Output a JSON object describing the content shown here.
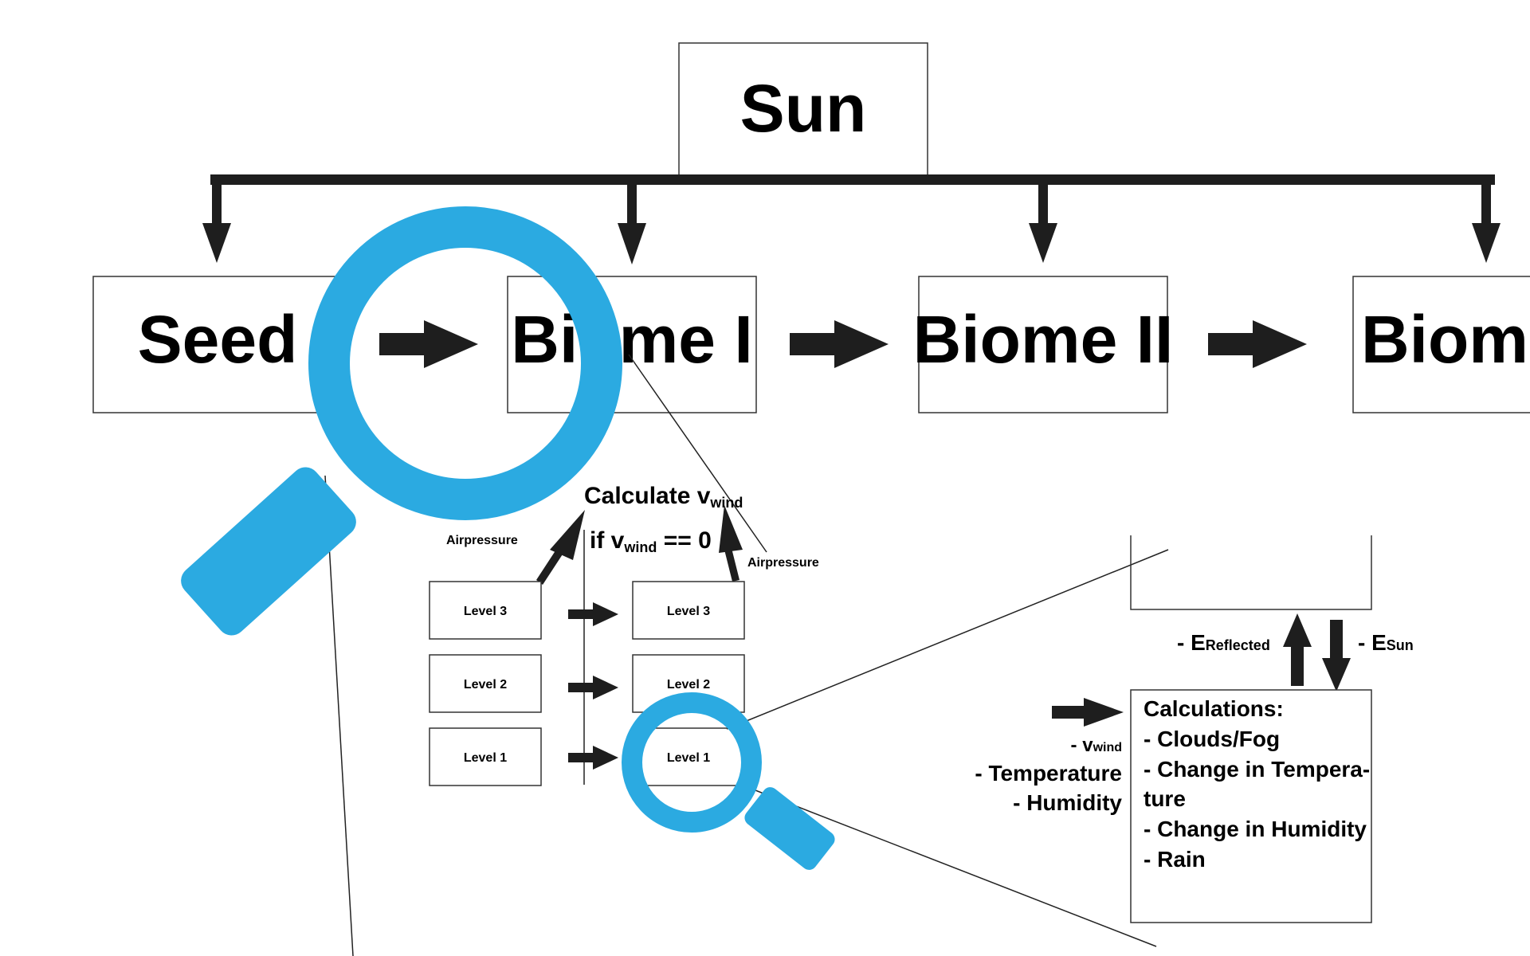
{
  "top_node": {
    "label": "Sun"
  },
  "chain": [
    {
      "label": "Seed"
    },
    {
      "label": "Biome I"
    },
    {
      "label": "Biome II"
    },
    {
      "label": "Biome"
    }
  ],
  "zoom_detail": {
    "calc_main": "Calculate v",
    "calc_sub": "wind",
    "cond_pre": "if v",
    "cond_sub": "wind",
    "cond_post": " == 0",
    "airpressure_left": "Airpressure",
    "airpressure_right": "Airpressure",
    "left_levels": [
      "Level 3",
      "Level 2",
      "Level 1"
    ],
    "right_levels": [
      "Level 3",
      "Level 2",
      "Level 1"
    ]
  },
  "level_detail": {
    "e_reflected_pre": "- E",
    "e_reflected_sub": "Reflected",
    "e_sun_pre": "- E",
    "e_sun_sub": "Sun",
    "inputs": {
      "wind_pre": "- v",
      "wind_sub": "wind",
      "temperature": "- Temperature",
      "humidity": "- Humidity"
    },
    "calc_title": "Calculations:",
    "calc_lines": [
      "- Clouds/Fog",
      "- Change in Tempera-",
      "ture",
      "- Change in Humidity",
      "- Rain"
    ]
  },
  "colors": {
    "magnifier": "#2baae1",
    "ink": "#1e1e1e",
    "text": "#000000"
  },
  "icons": [
    "magnifier-large-icon",
    "magnifier-small-icon"
  ]
}
